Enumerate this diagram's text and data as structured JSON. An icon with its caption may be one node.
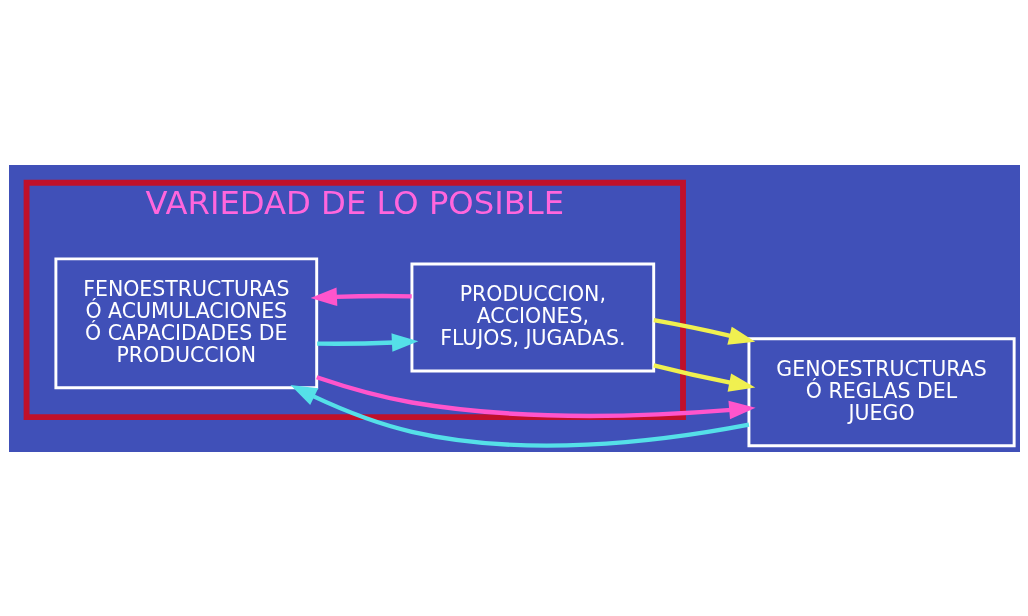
{
  "diagram": {
    "nodes": [
      {
        "text": [
          "VARIEDAD DE LO POSIBLE"
        ]
      },
      {
        "text": [
          "GENOESTRUCTURAS Ó REGLAS DEL JUEGO"
        ]
      },
      {
        "text": [
          "FENOESTRUCTURAS Ó ACUMULACIONES Ó CAPACIDADES DE PRODUCCION"
        ],
        "in": 0
      },
      {
        "text": [
          "PRODUCCION, ACCIONES, FLUJOS, JUGADAS."
        ],
        "in": 0
      }
    ],
    "edges": [
      {
        "from": 2,
        "to": 1,
        "arrow": "to",
        "color": "#ff55cc"
      },
      {
        "from": 1,
        "to": 2,
        "arrow": "to",
        "color": "#55e0e8"
      },
      {
        "from": 3,
        "to": 2,
        "arrow": "to",
        "color": "#ff55cc"
      },
      {
        "from": 2,
        "to": 3,
        "arrow": "to",
        "color": "#55e0e8"
      },
      {
        "from": 3,
        "to": 1,
        "arrow": "to",
        "color": "#f0f050"
      },
      {
        "from": 3,
        "to": 1,
        "arrow": "to",
        "color": "#f0f050"
      }
    ]
  }
}
